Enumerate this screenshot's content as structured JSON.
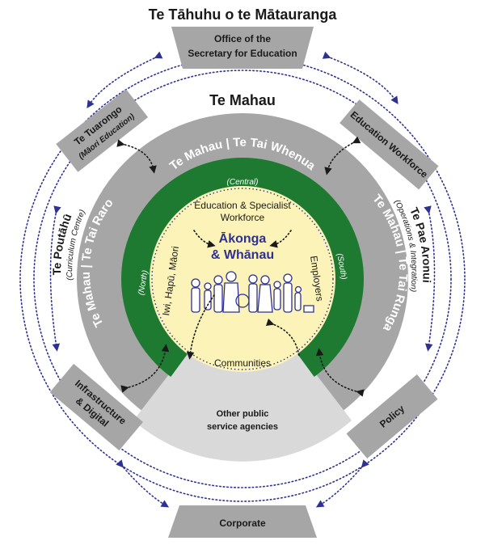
{
  "outer": {
    "title": "Te Tāhuhu o te Mātauranga"
  },
  "boxes": {
    "secretary": {
      "line1": "Office of the",
      "line2": "Secretary for Education"
    },
    "tuarongo": {
      "label": "Te Tuarongo",
      "sub": "(Māori Education)"
    },
    "workforce": {
      "label": "Education Workforce"
    },
    "infrastructure": {
      "line1": "Infrastructure",
      "line2": "& Digital"
    },
    "policy": {
      "label": "Policy"
    },
    "corporate": {
      "label": "Corporate"
    }
  },
  "mahau": {
    "title": "Te Mahau"
  },
  "sides": {
    "poutahu": {
      "label": "Te Poutāhū",
      "sub": "(Curriculum Centre)"
    },
    "paearonui": {
      "label": "Te Pae Aronui",
      "sub": "(Operations & Integration)"
    }
  },
  "regions": {
    "whenua": {
      "label": "Te Mahau | Te Tai Whenua",
      "sub": "(Central)"
    },
    "raro": {
      "label": "Te Mahau | Te Tai Raro",
      "sub": "(North)"
    },
    "runga": {
      "label": "Te Mahau | Te Tai Runga",
      "sub": "(South)"
    }
  },
  "inner": {
    "workforce_line1": "Education & Specialist",
    "workforce_line2": "Workforce",
    "iwi": "Iwi, Hapū, Māori",
    "employers": "Employers",
    "communities": "Communities",
    "center_line1": "Ākonga",
    "center_line2": "& Whānau"
  },
  "other": {
    "line1": "Other public",
    "line2": "service agencies"
  },
  "colors": {
    "green": "#1e7a31",
    "gray": "#a6a6a6",
    "light_gray": "#d9d9d9",
    "yellow": "#fbf3b8",
    "navy": "#2e3192"
  }
}
